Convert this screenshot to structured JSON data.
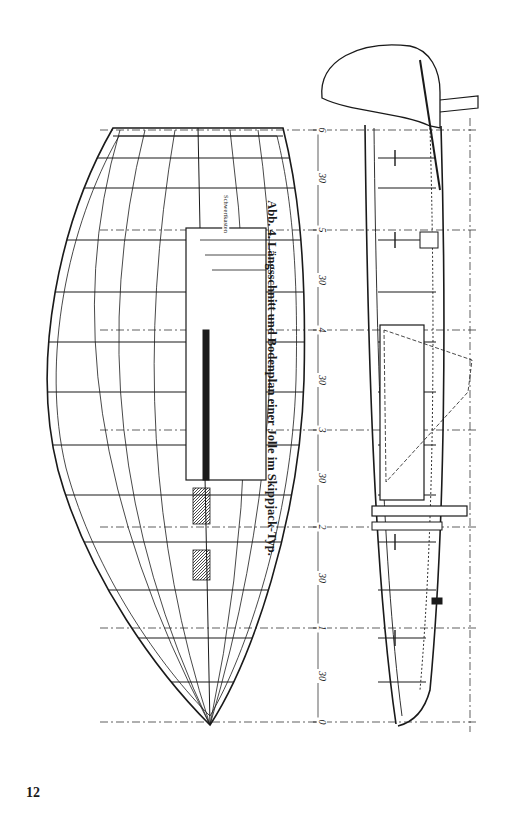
{
  "diagram": {
    "caption": "Abb. 4. Längsschnitt und Bodenplan einer Jolle im Skippjack-Typ.",
    "labels": [
      "6",
      "30",
      "5",
      "30",
      "4",
      "30",
      "3",
      "30",
      "2",
      "30",
      "1",
      "30",
      "0",
      "Schwertkasten",
      "12"
    ]
  }
}
